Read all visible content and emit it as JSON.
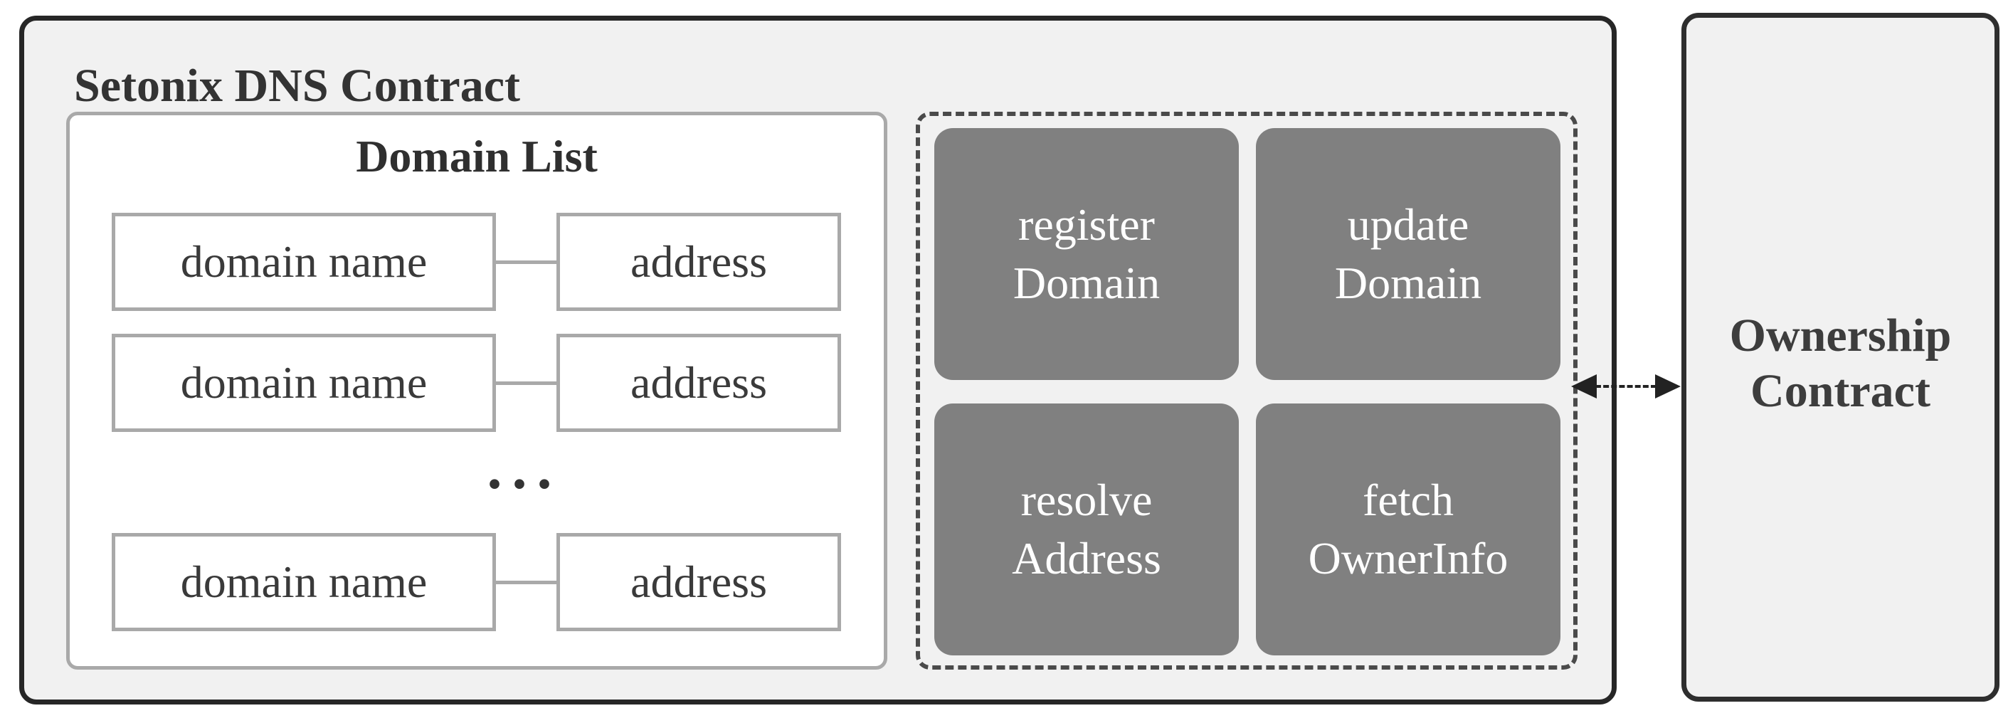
{
  "dns_contract": {
    "title": "Setonix DNS Contract",
    "domain_list": {
      "heading": "Domain List",
      "rows": [
        {
          "name": "domain name",
          "address": "address"
        },
        {
          "name": "domain name",
          "address": "address"
        },
        {
          "name": "domain name",
          "address": "address"
        }
      ],
      "ellipsis": "..."
    },
    "functions": [
      {
        "line1": "register",
        "line2": "Domain"
      },
      {
        "line1": "update",
        "line2": "Domain"
      },
      {
        "line1": "resolve",
        "line2": "Address"
      },
      {
        "line1": "fetch",
        "line2": "OwnerInfo"
      }
    ]
  },
  "ownership_contract": {
    "line1": "Ownership",
    "line2": "Contract"
  },
  "colors": {
    "container_fill": "#f1f1f1",
    "container_border": "#262626",
    "panel_border": "#a9a9a9",
    "function_fill": "#808080",
    "function_text": "#ffffff",
    "dashed_group_border": "#4a4a4a",
    "arrow": "#222222",
    "text": "#333333"
  }
}
